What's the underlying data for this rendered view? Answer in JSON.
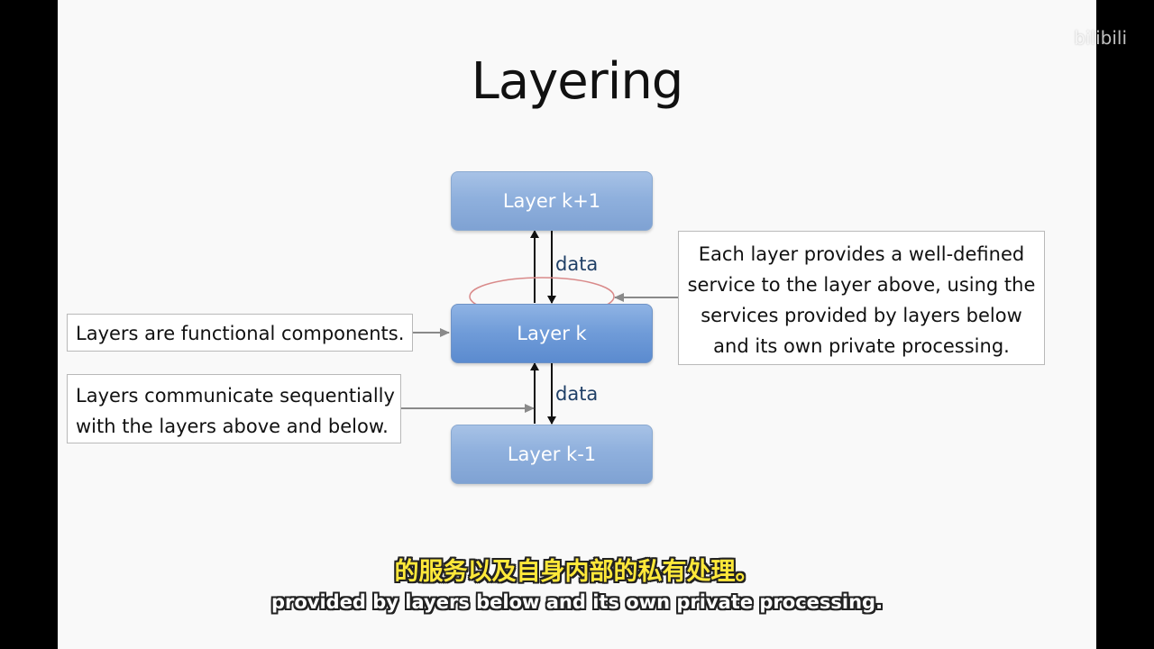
{
  "slide": {
    "title": "Layering",
    "layers": {
      "top": "Layer k+1",
      "middle": "Layer k",
      "bottom": "Layer k-1"
    },
    "data_labels": {
      "upper": "data",
      "lower": "data"
    },
    "callouts": {
      "functional": "Layers are functional components.",
      "communicate_line1": "Layers communicate sequentially",
      "communicate_line2": "with the layers above and below.",
      "service_line1": "Each layer provides a well-defined",
      "service_line2": "service to the layer above, using the",
      "service_line3": "services provided by layers below",
      "service_line4": "and its own private processing."
    }
  },
  "subtitles": {
    "chinese": "的服务以及自身内部的私有处理。",
    "english": "provided by layers below and its own private processing."
  },
  "watermark": {
    "logo_text": "bilibili"
  },
  "colors": {
    "layer_box": "#8fb0dd",
    "layer_box_mid": "#6f9bd8",
    "ellipse": "#d98a8a",
    "subtitle_cn": "#ffe83a",
    "subtitle_en": "#ffffff",
    "data_text": "#1f3f66"
  }
}
